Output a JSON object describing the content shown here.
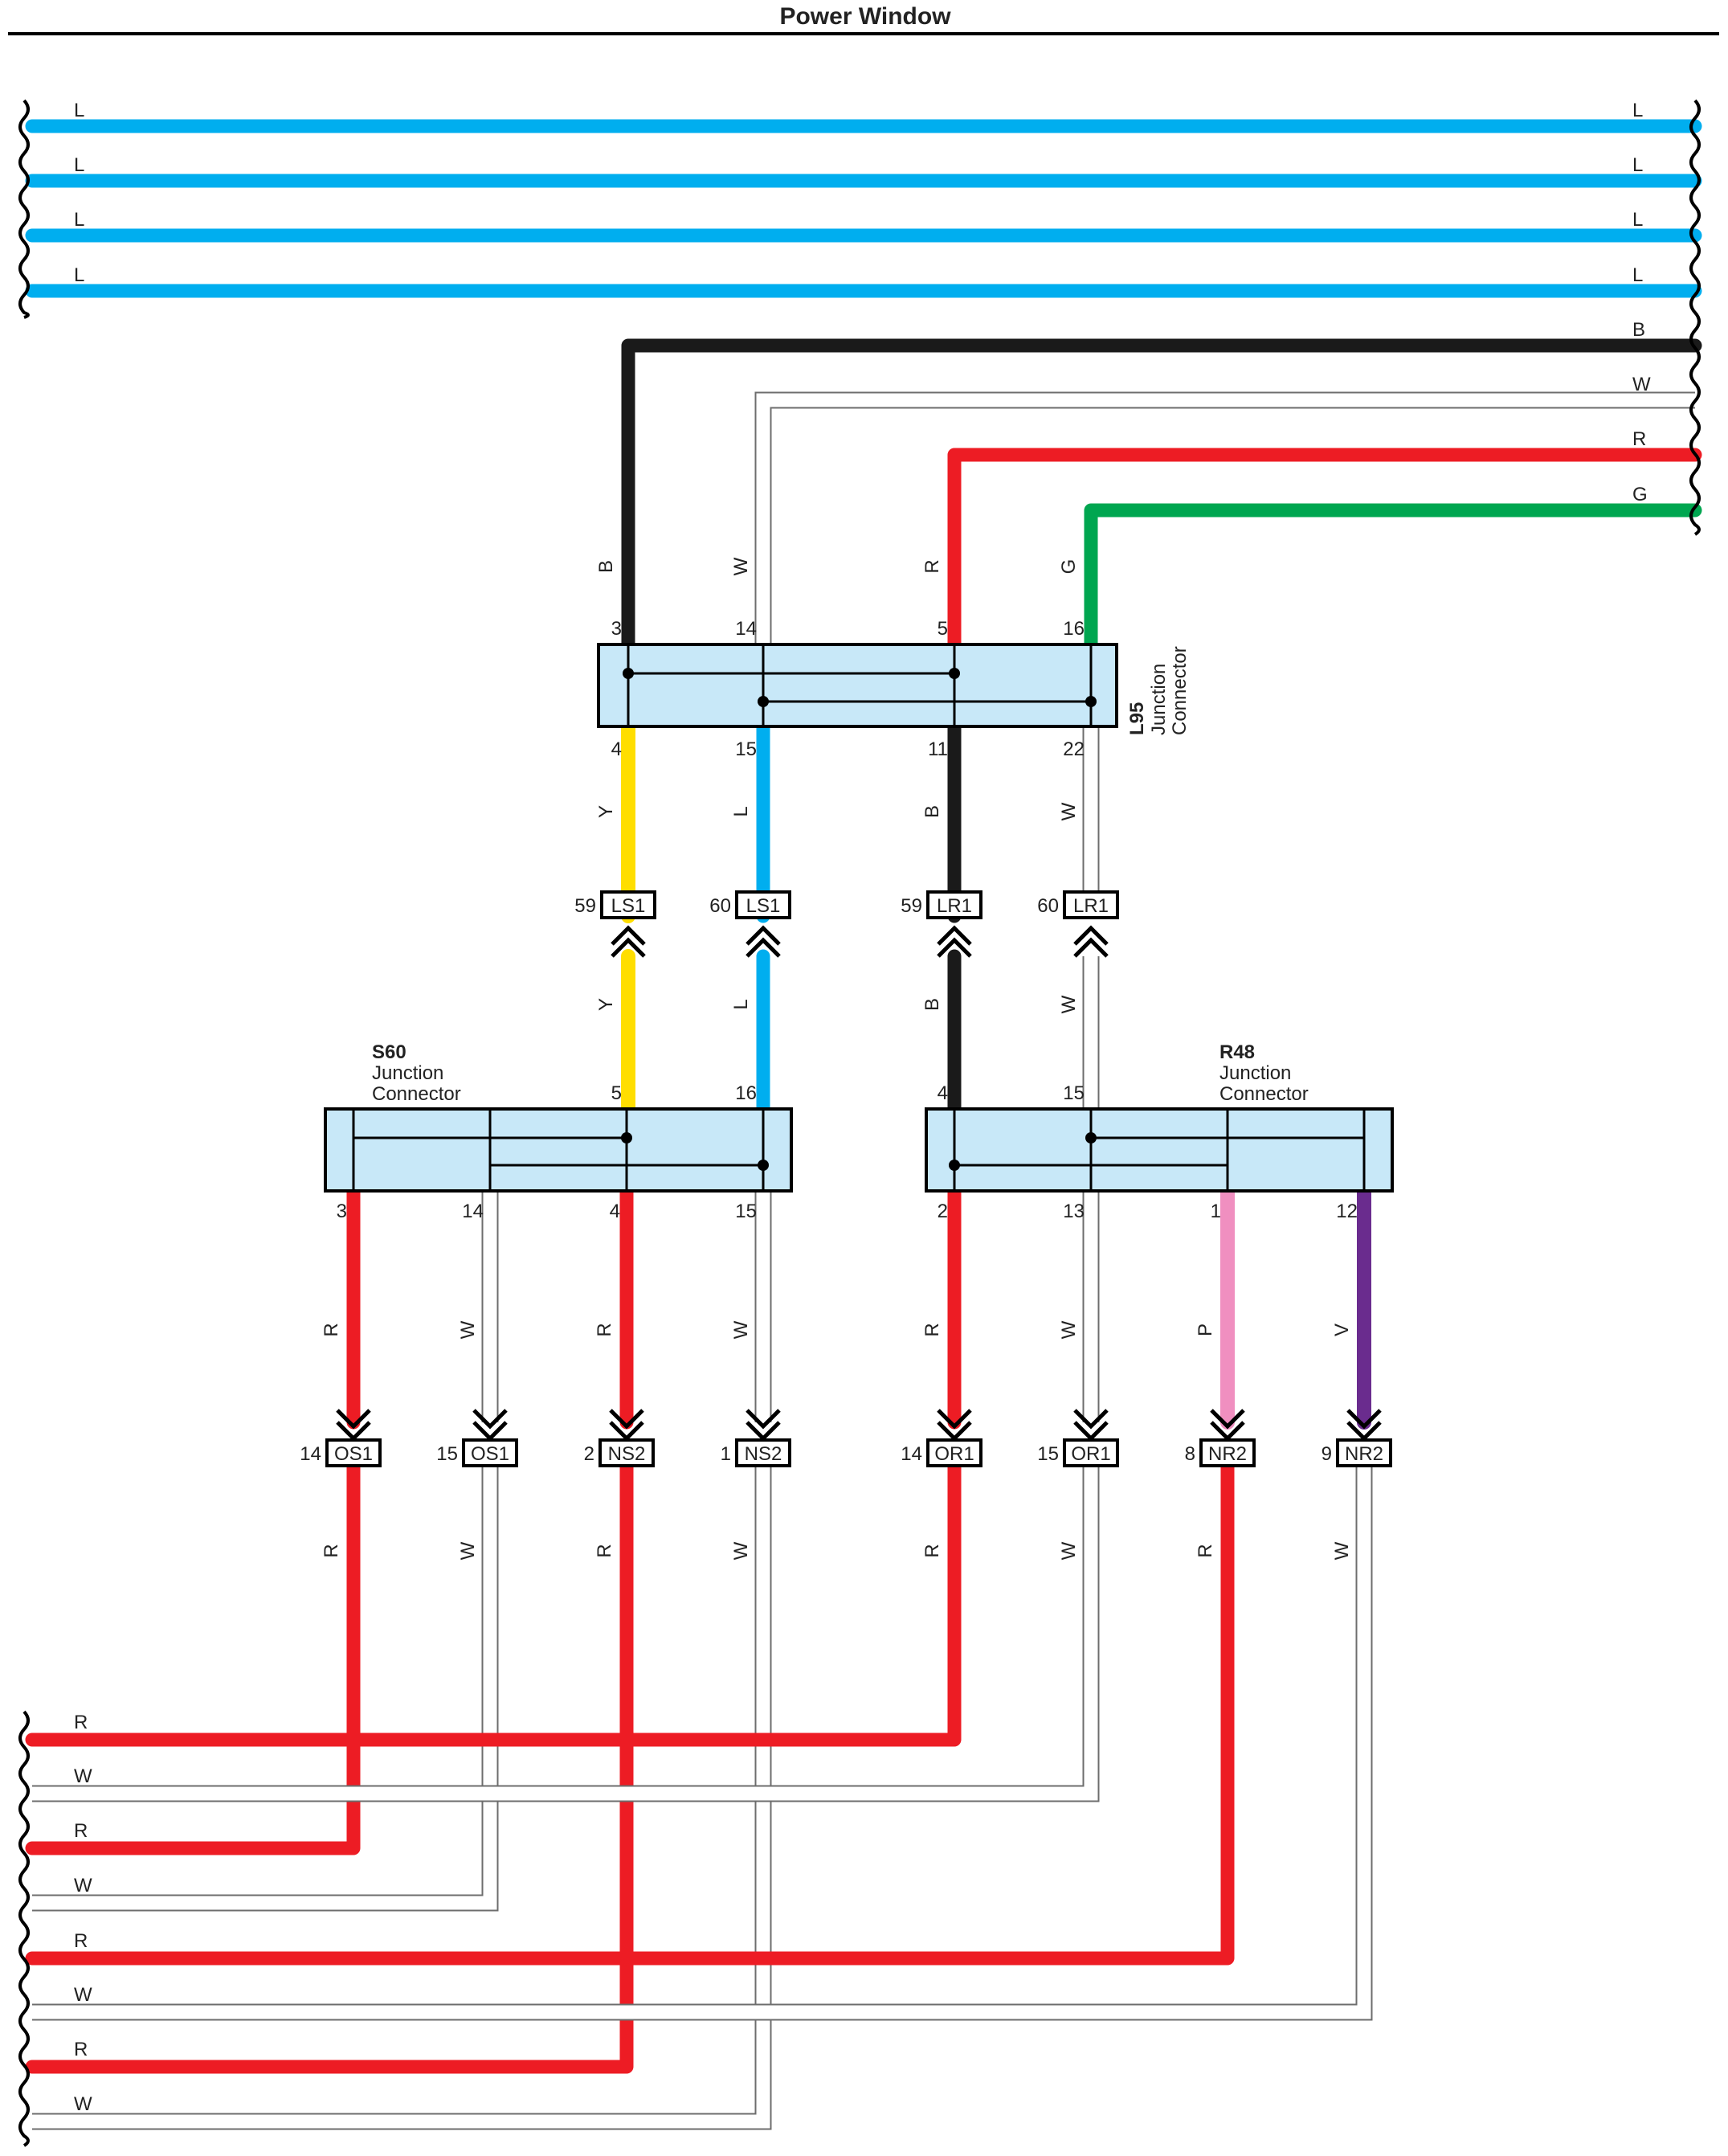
{
  "title": "Power Window",
  "colors": {
    "L": "#00aeef",
    "B": "#1a1a1a",
    "R": "#ed1c24",
    "G": "#00a650",
    "Y": "#ffde00",
    "P": "#f08fc0",
    "V": "#6a2c8e",
    "W": "#ffffff",
    "connector_fill": "#c8e8f8"
  },
  "left_top_bus": [
    "L",
    "L",
    "L",
    "L"
  ],
  "right_bus": [
    "L",
    "L",
    "L",
    "L",
    "B",
    "W",
    "R",
    "G"
  ],
  "left_bottom_bus": [
    "R",
    "W",
    "R",
    "W",
    "R",
    "W",
    "R",
    "W"
  ],
  "junction_connectors": [
    {
      "id": "L95",
      "name_lines": [
        "Junction",
        "Connector"
      ],
      "top_pins": [
        "3",
        "14",
        "5",
        "16"
      ],
      "bottom_pins": [
        "4",
        "15",
        "11",
        "22"
      ]
    },
    {
      "id": "S60",
      "name_lines": [
        "Junction",
        "Connector"
      ],
      "top_pins": [
        "5",
        "16"
      ],
      "bottom_pins": [
        "3",
        "14",
        "4",
        "15"
      ]
    },
    {
      "id": "R48",
      "name_lines": [
        "Junction",
        "Connector"
      ],
      "top_pins": [
        "4",
        "15"
      ],
      "bottom_pins": [
        "2",
        "13",
        "1",
        "12"
      ]
    }
  ],
  "l95_top_wires": [
    "B",
    "W",
    "R",
    "G"
  ],
  "l95_bottom_wires": [
    "Y",
    "L",
    "B",
    "W"
  ],
  "middle_connectors": [
    {
      "pin": "59",
      "code": "LS1"
    },
    {
      "pin": "60",
      "code": "LS1"
    },
    {
      "pin": "59",
      "code": "LR1"
    },
    {
      "pin": "60",
      "code": "LR1"
    }
  ],
  "middle_lower_wires": [
    "Y",
    "L",
    "B",
    "W"
  ],
  "s60_bottom_wires": [
    "R",
    "W",
    "R",
    "W"
  ],
  "r48_bottom_wires": [
    "R",
    "W",
    "P",
    "V"
  ],
  "bottom_connectors": [
    {
      "pin": "14",
      "code": "OS1"
    },
    {
      "pin": "15",
      "code": "OS1"
    },
    {
      "pin": "2",
      "code": "NS2"
    },
    {
      "pin": "1",
      "code": "NS2"
    },
    {
      "pin": "14",
      "code": "OR1"
    },
    {
      "pin": "15",
      "code": "OR1"
    },
    {
      "pin": "8",
      "code": "NR2"
    },
    {
      "pin": "9",
      "code": "NR2"
    }
  ],
  "below_connector_wires": [
    "R",
    "W",
    "R",
    "W",
    "R",
    "W",
    "R",
    "W"
  ]
}
